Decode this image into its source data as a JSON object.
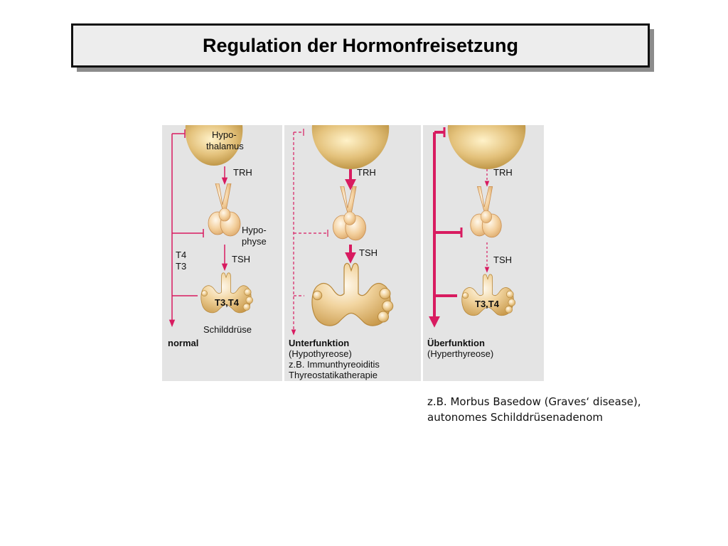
{
  "title": "Regulation der Hormonfreisetzung",
  "colors": {
    "arrow": "#d81b60",
    "gland": "#d9b36b",
    "panel_bg": "#e4e4e4",
    "title_bg": "#ededed"
  },
  "panels": [
    {
      "id": "normal",
      "hypothalamus_label": [
        "Hypo-",
        "thalamus"
      ],
      "trh_label": "TRH",
      "hypophyse_label": [
        "Hypo-",
        "physe"
      ],
      "tsh_label": "TSH",
      "feedback_hormones": [
        "T4",
        "T3"
      ],
      "thyroid_hormones": "T3,T4",
      "thyroid_label": "Schilddrüse",
      "state_label": "normal",
      "state_details": []
    },
    {
      "id": "unterfunktion",
      "trh_label": "TRH",
      "tsh_label": "TSH",
      "state_label": "Unterfunktion",
      "state_details": [
        "(Hypothyreose)",
        "z.B. Immunthyreoiditis",
        "Thyreostatikatherapie"
      ]
    },
    {
      "id": "ueberfunktion",
      "trh_label": "TRH",
      "tsh_label": "TSH",
      "thyroid_hormones": "T3,T4",
      "state_label": "Überfunktion",
      "state_details": [
        "(Hyperthyreose)"
      ]
    }
  ],
  "note": {
    "lines": [
      "z.B. Morbus Basedow (Graves‘ disease),",
      "autonomes Schilddrüsenadenom"
    ]
  }
}
